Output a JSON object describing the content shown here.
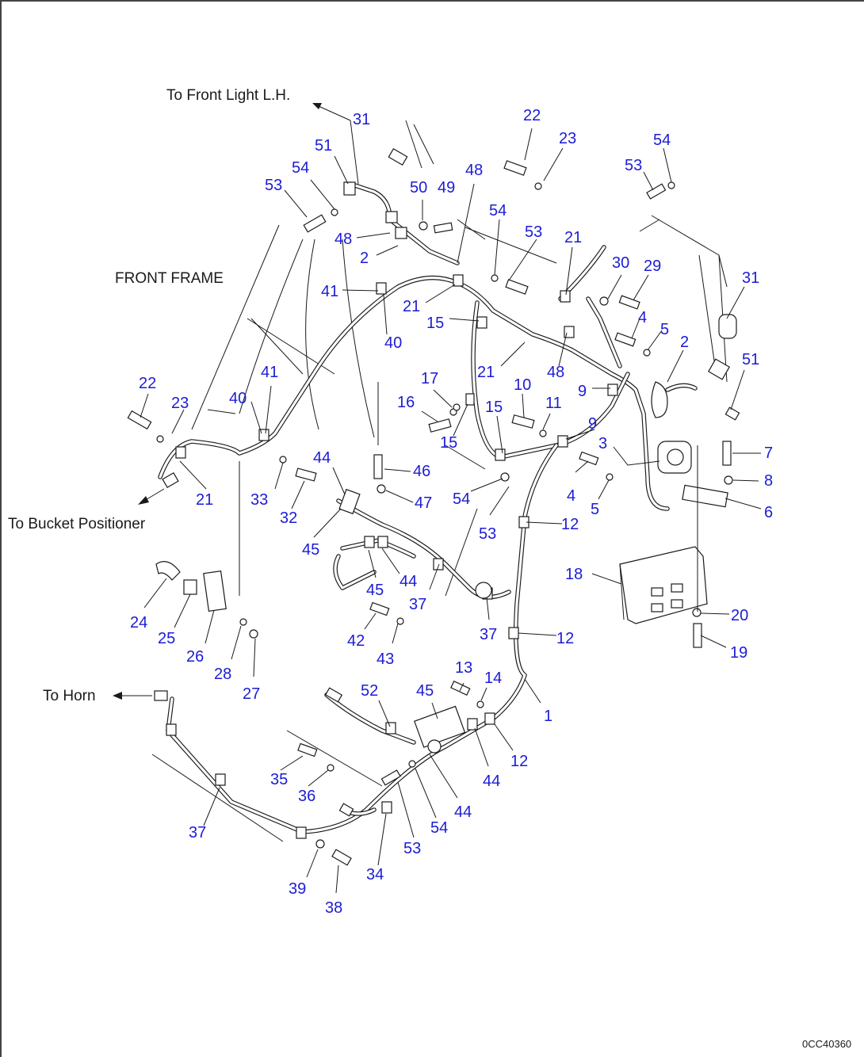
{
  "captions": {
    "front_light": "To Front Light L.H.",
    "front_frame": "FRONT FRAME",
    "bucket_positioner": "To Bucket Positioner",
    "horn": "To Horn"
  },
  "figure_code": "0CC40360",
  "callouts": [
    "31",
    "51",
    "54",
    "53",
    "48",
    "2",
    "50",
    "49",
    "48",
    "22",
    "23",
    "54",
    "53",
    "54",
    "21",
    "53",
    "30",
    "29",
    "31",
    "41",
    "21",
    "40",
    "15",
    "4",
    "5",
    "2",
    "21",
    "48",
    "9",
    "51",
    "22",
    "23",
    "40",
    "41",
    "17",
    "16",
    "10",
    "11",
    "15",
    "15",
    "9",
    "3",
    "7",
    "8",
    "6",
    "21",
    "33",
    "32",
    "44",
    "46",
    "47",
    "54",
    "4",
    "5",
    "12",
    "45",
    "44",
    "53",
    "18",
    "45",
    "37",
    "20",
    "24",
    "25",
    "26",
    "28",
    "27",
    "42",
    "43",
    "37",
    "12",
    "19",
    "13",
    "14",
    "52",
    "45",
    "1",
    "12",
    "44",
    "35",
    "36",
    "44",
    "54",
    "37",
    "53",
    "34",
    "39",
    "38"
  ]
}
